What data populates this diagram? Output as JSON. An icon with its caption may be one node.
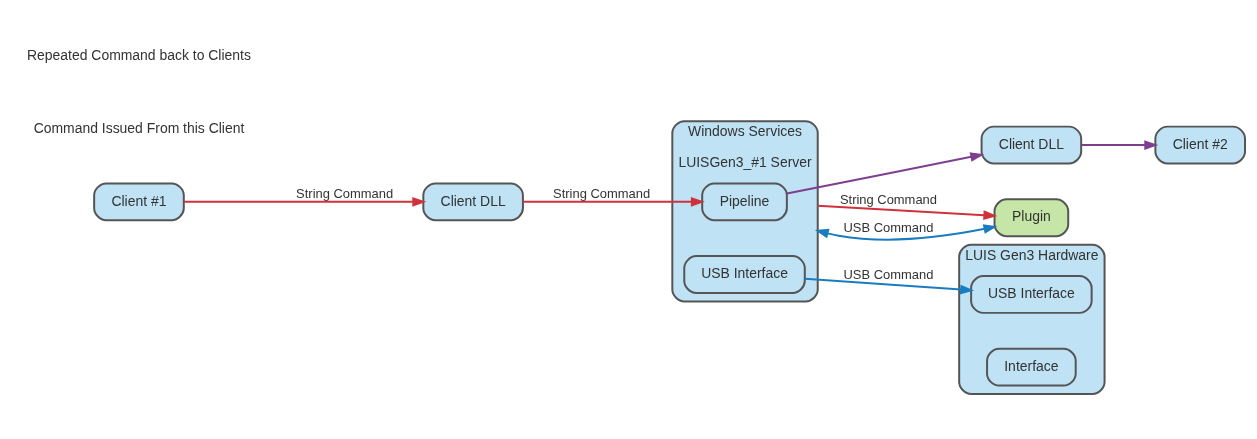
{
  "diagram": {
    "nodes": [
      {
        "text": [
          "Client #1"
        ]
      },
      {
        "text": [
          "Client DLL"
        ]
      },
      {
        "text": [
          "LUISGen3_#1 Server"
        ],
        "beside": [
          "Windows Services"
        ]
      },
      {
        "text": [
          "Pipeline"
        ],
        "in": 2
      },
      {
        "text": [
          "USB Interface"
        ],
        "in": 2
      },
      {
        "text": [
          "LUIS Gen3 Hardware"
        ]
      },
      {
        "text": [
          "USB Interface"
        ],
        "in": 5
      },
      {
        "text": [
          "Interface"
        ],
        "in": 5
      },
      {
        "text": [
          "Client #2"
        ]
      },
      {
        "text": [
          "Client DLL"
        ]
      },
      {
        "text": [
          "Plugin"
        ]
      }
    ],
    "edges": [
      {
        "from": 0,
        "to": 1,
        "arrow": "to",
        "label": "String Command",
        "color": "#d0323c"
      },
      {
        "from": 1,
        "to": 3,
        "arrow": "to",
        "label": "String Command",
        "color": "#d0323c"
      },
      {
        "from": 4,
        "to": 6,
        "arrow": "to",
        "label": "USB Command",
        "color": "#1a7cc0"
      },
      {
        "from": 2,
        "to": 10,
        "arrow": "to",
        "label": "String Command",
        "color": "#d0323c"
      },
      {
        "from": 10,
        "to": 2,
        "arrow": "both",
        "label": "USB Command",
        "color": "#1a7cc0"
      },
      {
        "from": 3,
        "to": 9,
        "arrow": "to",
        "color": "#7f3f8f"
      },
      {
        "from": 9,
        "to": 8,
        "arrow": "to",
        "color": "#7f3f8f"
      }
    ],
    "labels": [
      "Command Issued From this Client",
      "Repeated Command back to Clients"
    ]
  }
}
